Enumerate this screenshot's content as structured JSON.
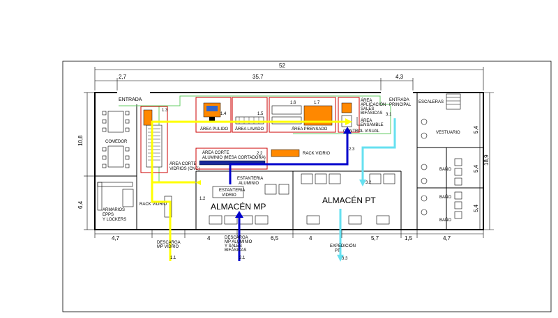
{
  "dimensions": {
    "top_total": "52",
    "top_left": "2,7",
    "top_mid": "35,7",
    "top_right": "4,3",
    "left_upper": "10,8",
    "left_lower": "6,4",
    "right_total": "18,9",
    "right_a": "5,4",
    "right_b": "5,4",
    "right_c": "5,4",
    "bottom_1": "4,7",
    "bottom_2": "4",
    "bottom_3": "6,5",
    "bottom_4": "4",
    "bottom_5": "5,7",
    "bottom_6": "1,5",
    "bottom_7": "4,7"
  },
  "areas": {
    "entrada": "ENTRADA",
    "entrada_principal_1": "ENTRADA",
    "entrada_principal_2": "PRINCIPAL",
    "escaleras": "ESCALERAS",
    "comedor": "COMEDOR",
    "armarios_1": "ARMARIOS",
    "armarios_2": "EPPS",
    "armarios_3": "Y LOCKERS",
    "rack_vidrio_left": "RACK VIDRIO",
    "corte_cnc_1": "ÁREA CORTE",
    "corte_cnc_2": "VIDRIOS (CNC)",
    "pulido": "ÁREA PULIDO",
    "lavado": "ÁREA LAVADO",
    "prensado": "ÁREA PRENSADO",
    "aplicacion_1": "ÁREA",
    "aplicacion_2": "APLICACIÓN",
    "aplicacion_3": "SALES",
    "aplicacion_4": "BIFÁSICAS",
    "ensamble_1": "ÁREA",
    "ensamble_2": "ENSAMBLE",
    "control_visual": "CONTROL VISUAL",
    "corte_aluminio_1": "ÁREA CORTE",
    "corte_aluminio_2": "ALUMINIO (MESA CORTADORA)",
    "rack_vidrio_mid": "RACK VIDRIO",
    "estanteria_aluminio_1": "ESTANTERIA",
    "estanteria_aluminio_2": "ALUMINIO",
    "estanteria_vidrio_1": "ESTANTERIA",
    "estanteria_vidrio_2": "VIDRIO",
    "almacen_mp": "ALMACÉN MP",
    "almacen_pt": "ALMACÉN PT",
    "vestuario": "VESTUARIO",
    "bano_1": "BAÑO",
    "bano_2": "BAÑO",
    "bano_3": "BAÑO"
  },
  "doors": {
    "descarga_vidrio_1": "DESCARGA",
    "descarga_vidrio_2": "MP VIDRIO",
    "descarga_alum_1": "DESCARGA",
    "descarga_alum_2": "MP ALUMINIO",
    "descarga_alum_3": "Y SALES",
    "descarga_alum_4": "BIFÁSICAS",
    "expedicion_1": "EXPEDICIÓN",
    "expedicion_2": "PT"
  },
  "flow_numbers": {
    "n11": "1.1",
    "n12": "1.2",
    "n13": "1.3",
    "n14": "1.4",
    "n15": "1.5",
    "n16": "1.6",
    "n17": "1.7",
    "n21": "2.1",
    "n22": "2.2",
    "n23": "2.3",
    "n31": "3.1",
    "n32": "3.2",
    "n33": "3.3"
  },
  "colors": {
    "vidrio_flow": "#ffff00",
    "aluminio_flow": "#0000cc",
    "pt_flow": "#66e0f0",
    "zone_border": "#cc0000",
    "green_path": "#66cc66",
    "machine_orange": "#ff8800"
  }
}
